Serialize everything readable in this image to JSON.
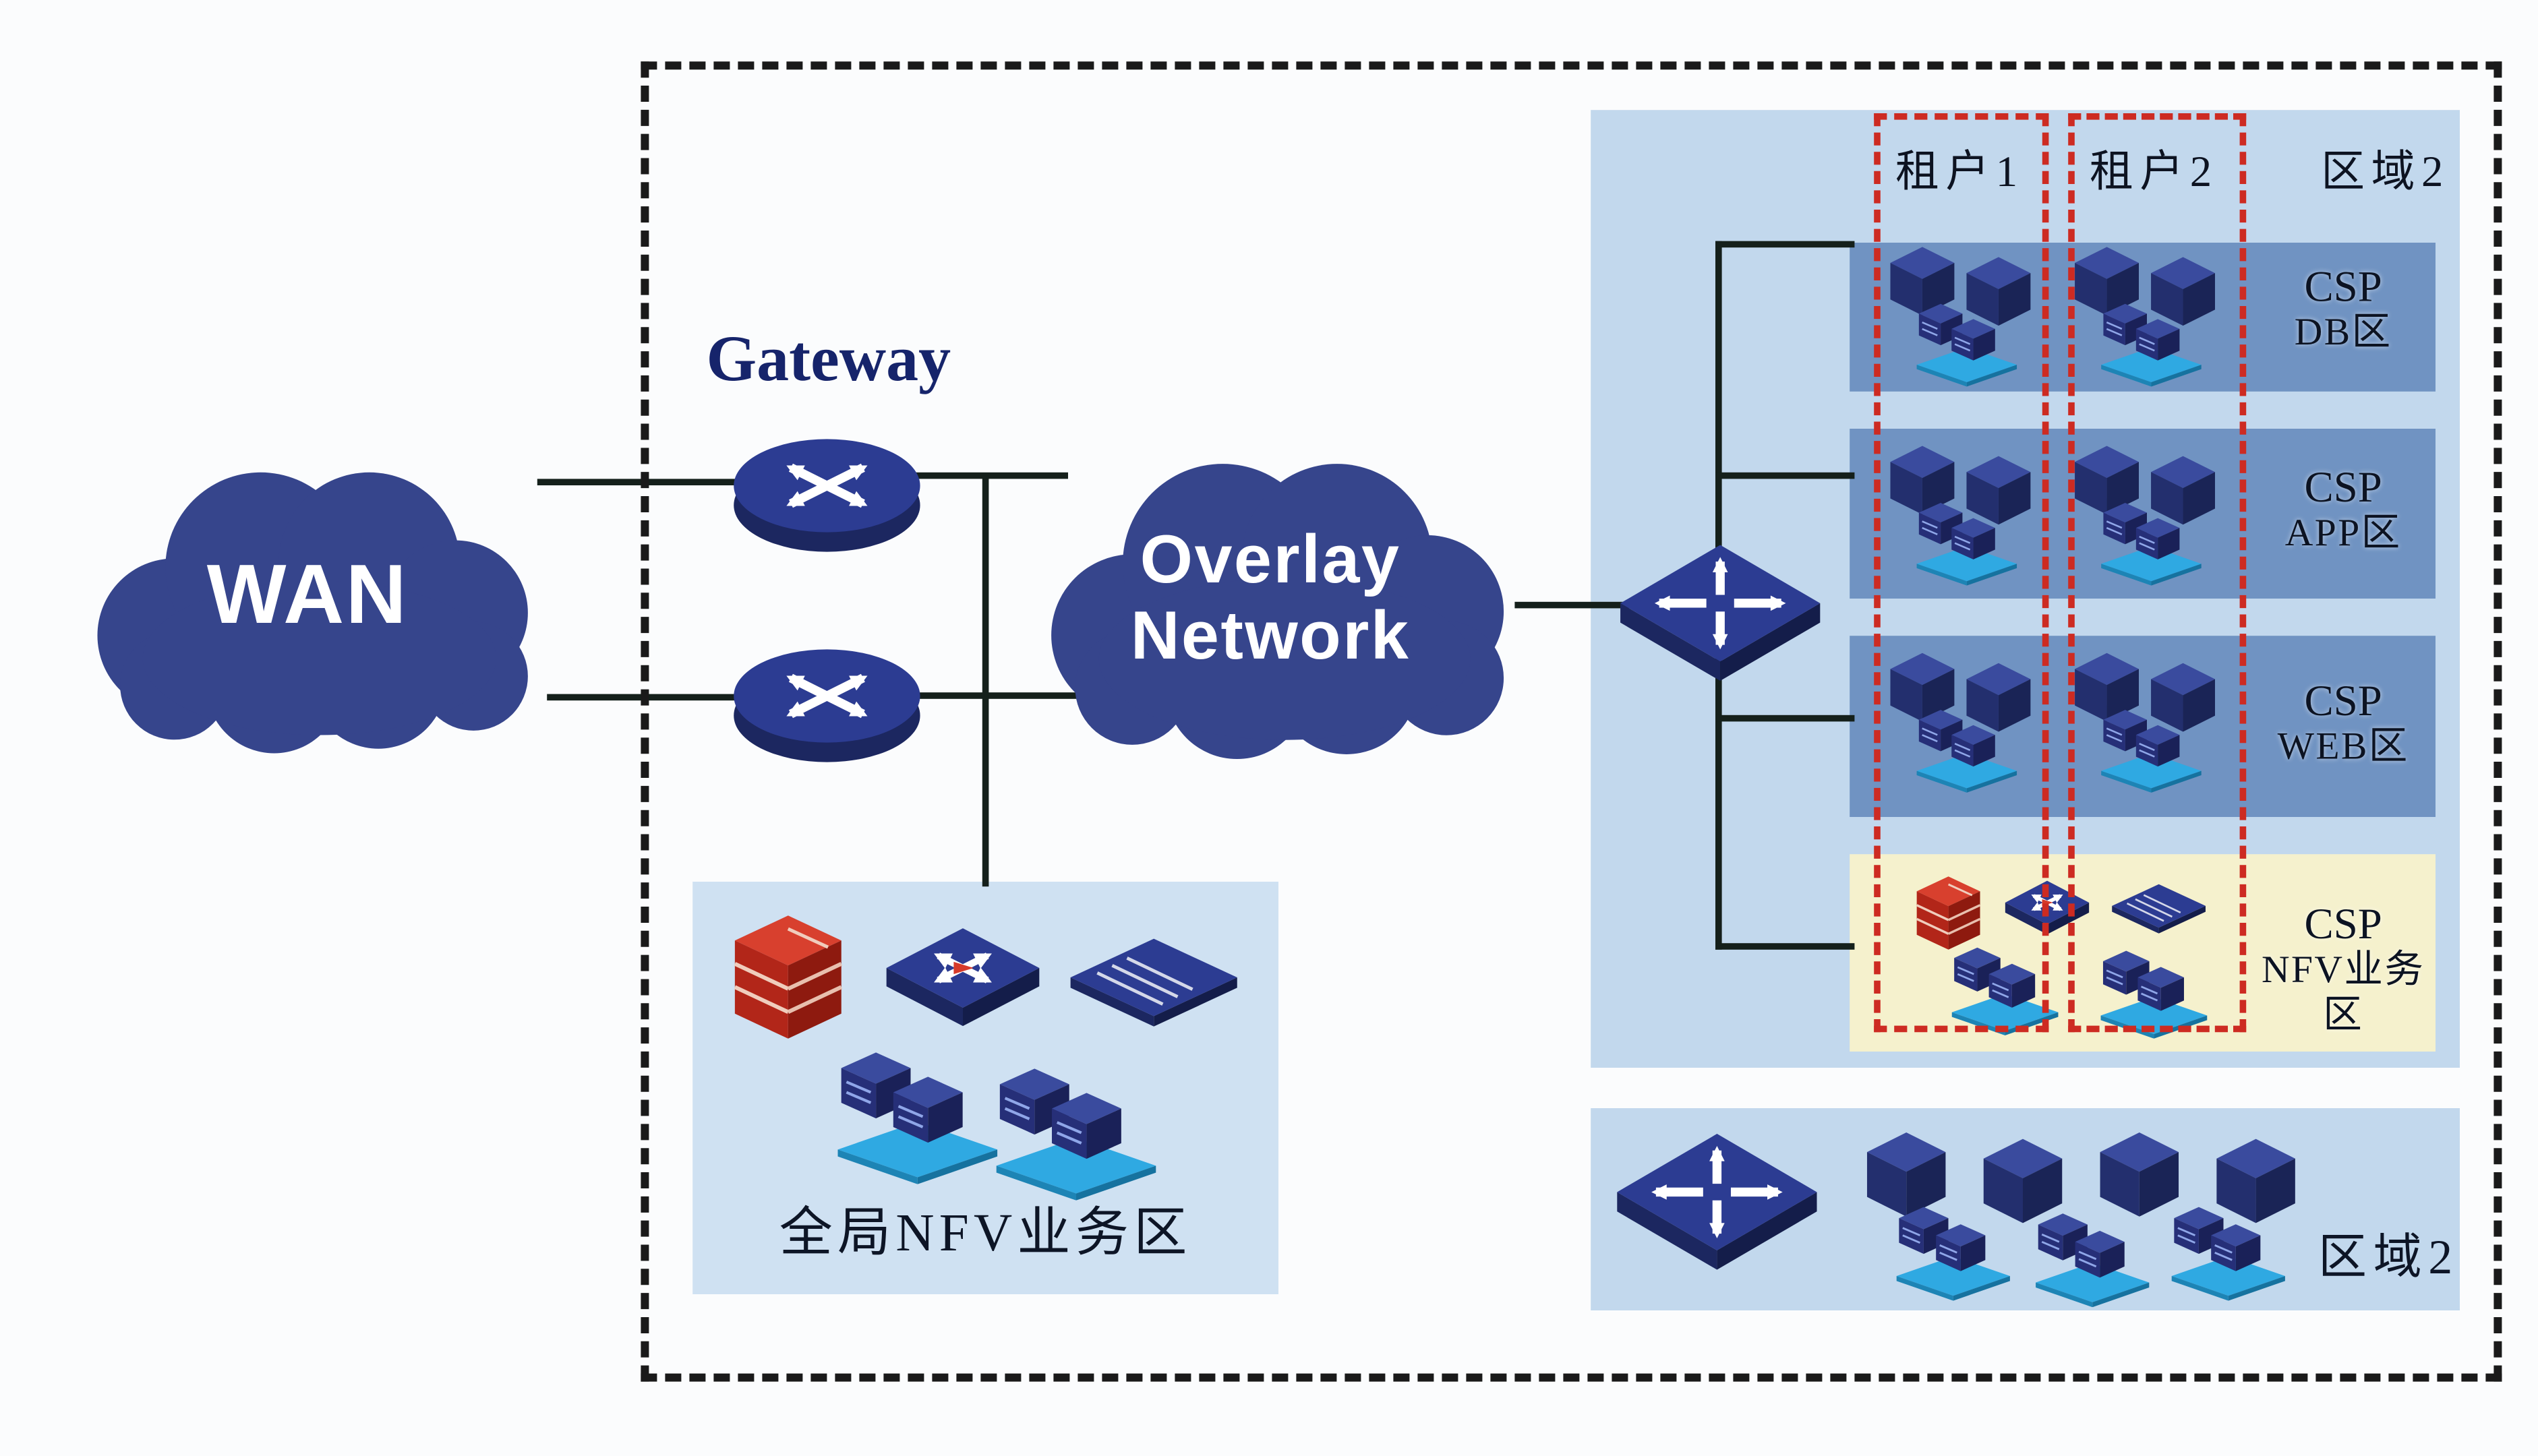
{
  "diagram": {
    "wan_label": "WAN",
    "gateway_label": "Gateway",
    "overlay_line1": "Overlay",
    "overlay_line2": "Network",
    "tenant1_label": "租户1",
    "tenant2_label": "租户2",
    "zone_top_label": "区域2",
    "zones": [
      {
        "id": "csp-db",
        "line1": "CSP",
        "line2": "DB区"
      },
      {
        "id": "csp-app",
        "line1": "CSP",
        "line2": "APP区"
      },
      {
        "id": "csp-web",
        "line1": "CSP",
        "line2": "WEB区"
      },
      {
        "id": "csp-nfv",
        "line1": "CSP",
        "line2": "NFV业务区"
      }
    ],
    "global_nfv_label": "全局NFV业务区",
    "zone_bottom_label": "区域2",
    "colors": {
      "cloud_navy": "#36458c",
      "panel_light_blue": "#c2d8ed",
      "zone_medium_blue": "#7093c2",
      "zone_pale_yellow": "#f5f1cd",
      "tenant_dashed_red": "#cd2b22",
      "icon_navy": "#2c3c92",
      "platform_cyan": "#2fa9e2",
      "firewall_red": "#c0281e",
      "connector_black": "#15201b"
    }
  }
}
